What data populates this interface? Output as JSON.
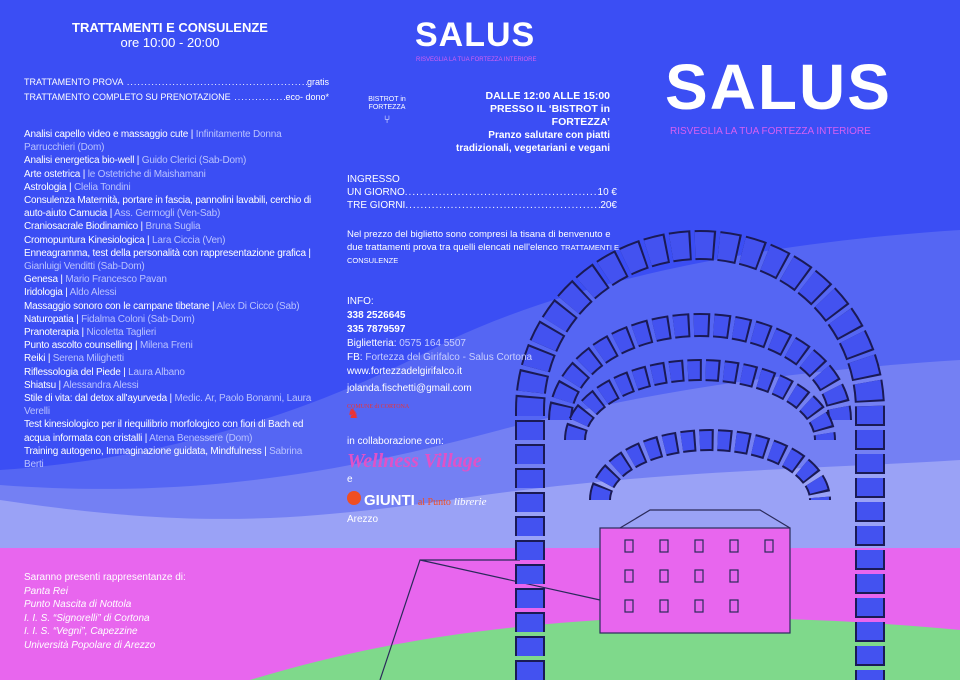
{
  "left": {
    "title": "TRATTAMENTI E CONSULENZE",
    "hours": "ore 10:00 - 20:00",
    "prices": [
      {
        "label": "TRATTAMENTO PROVA",
        "value": "gratis"
      },
      {
        "label": "TRATTAMENTO COMPLETO SU PRENOTAZIONE",
        "value": "eco- dono*"
      }
    ],
    "treatments": [
      {
        "name": "Analisi capello video e massaggio cute",
        "by": "Infinitamente Donna Parrucchieri (Dom)"
      },
      {
        "name": "Analisi energetica bio-well",
        "by": "Guido Clerici (Sab-Dom)"
      },
      {
        "name": "Arte ostetrica",
        "by": "le Ostetriche di Maishamani"
      },
      {
        "name": "Astrologia ",
        "by": "Clelia Tondini"
      },
      {
        "name": "Consulenza Maternità, portare in fascia, pannolini lavabili, cerchio di auto-aiuto Camucia",
        "by": "Ass. Germogli (Ven-Sab)"
      },
      {
        "name": "Craniosacrale  Biodinamico",
        "by": "Bruna Suglia"
      },
      {
        "name": "Cromopuntura Kinesiologica",
        "by": "Lara Ciccia (Ven)"
      },
      {
        "name": "Enneagramma, test della  personalità con rappresentazione grafica",
        "by": "Gianluigi Venditti (Sab-Dom)"
      },
      {
        "name": "Genesa",
        "by": "Mario Francesco Pavan"
      },
      {
        "name": "Iridologia",
        "by": "Aldo Alessi"
      },
      {
        "name": "Massaggio sonoro con le campane tibetane",
        "by": "Alex Di Cicco (Sab)"
      },
      {
        "name": "Naturopatia",
        "by": "Fidalma Coloni (Sab-Dom)"
      },
      {
        "name": "Pranoterapia",
        "by": "Nicoletta Taglieri"
      },
      {
        "name": "Punto ascolto counselling",
        "by": "Milena Freni"
      },
      {
        "name": "Reiki",
        "by": "Serena Milighetti"
      },
      {
        "name": "Riflessologia del Piede",
        "by": "Laura Albano"
      },
      {
        "name": "Shiatsu",
        "by": "Alessandra Alessi"
      },
      {
        "name": "Stile di vita: dal detox all'ayurveda",
        "by": "Medic. Ar, Paolo Bonanni, Laura Verelli"
      },
      {
        "name": "Test kinesiologico per il riequilibrio  morfologico con fiori di Bach ed acqua informata con cristalli ",
        "by": "Atena Benessere (Dom)"
      },
      {
        "name": "Training autogeno, Immaginazione guidata, Mindfulness",
        "by": "Sabrina Berti"
      }
    ],
    "reps_title": "Saranno presenti rappresentanze di:",
    "reps": [
      "Panta Rei",
      "Punto Nascita di Nottola",
      "I. I. S. “Signorelli” di Cortona",
      "I. I. S. “Vegni”, Capezzine",
      "Università Popolare di Arezzo"
    ]
  },
  "middle": {
    "logo": "SALUS",
    "tagline": "RISVEGLIA LA TUA FORTEZZA INTERIORE",
    "bistrot_logo": "BISTROT in FORTEZZA",
    "lunch": [
      "DALLE  12:00 ALLE 15:00",
      "PRESSO IL ‘BISTROT in FORTEZZA’",
      "Pranzo salutare con piatti",
      "tradizionali, vegetariani e vegani"
    ],
    "ingresso": "INGRESSO",
    "tickets": [
      {
        "label": "UN GIORNO",
        "value": "10 €"
      },
      {
        "label": "TRE GIORNI",
        "value": "20€"
      }
    ],
    "note": "Nel prezzo del biglietto sono compresi la tisana di benvenuto e due trattamenti prova tra quelli elencati nell'elenco",
    "note_caps": "TRATTAMENTI E CONSULENZE",
    "info_label": "INFO:",
    "phones": [
      "338 2526645",
      "335 7879597"
    ],
    "biglietteria_label": "Biglietteria:",
    "biglietteria": "0575 164 5507",
    "fb_label": "FB:",
    "fb": "Fortezza del Girifalco - Salus Cortona",
    "web": "www.fortezzadelgirifalco.it",
    "email": "jolanda.fischetti@gmail.com",
    "comune_logo": "COMUNE di CORTONA",
    "collab": "in collaborazione con:",
    "wellness": "Wellness Village",
    "and": "e",
    "giunti": "GIUNTI",
    "giunti_sub": "al Punto",
    "giunti_lib": "librerie",
    "city": "Arezzo"
  },
  "right": {
    "logo": "SALUS",
    "tagline": "RISVEGLIA LA TUA FORTEZZA INTERIORE"
  },
  "colors": {
    "blue": "#3b4ef4",
    "pink": "#e866ee",
    "green": "#7fd98b",
    "tag": "#d560f2"
  }
}
